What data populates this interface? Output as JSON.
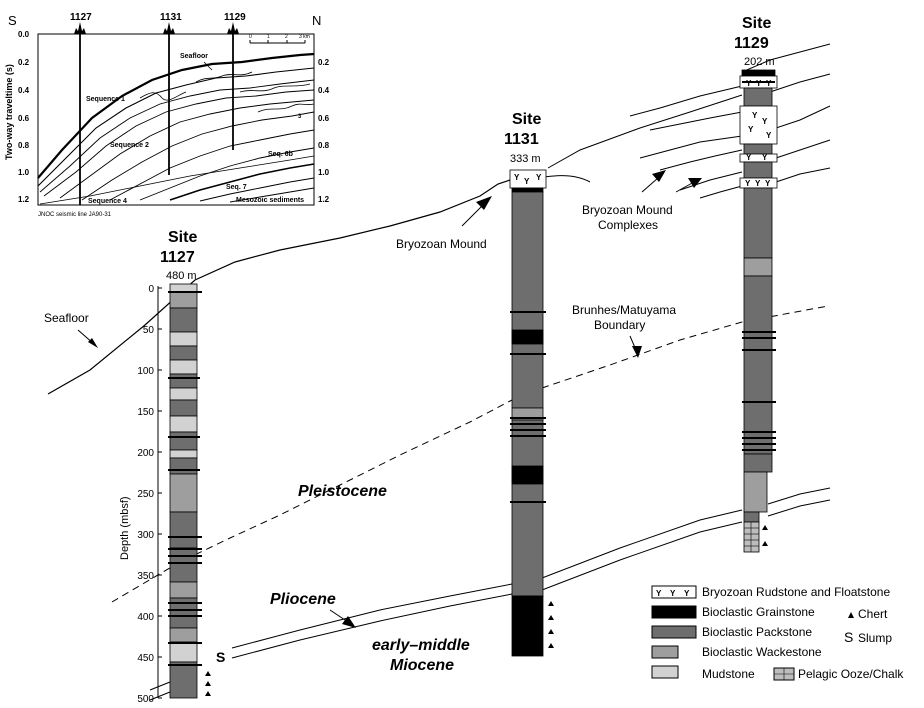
{
  "inset": {
    "south_label": "S",
    "north_label": "N",
    "site_labels": [
      "1127",
      "1131",
      "1129"
    ],
    "y_axis_label": "Two-way traveltime (s)",
    "y_ticks": [
      "0.0",
      "0.2",
      "0.4",
      "0.6",
      "0.8",
      "1.0",
      "1.2"
    ],
    "scale_ticks": [
      "0",
      "1",
      "2",
      "3 km"
    ],
    "labels": {
      "seafloor": "Seafloor",
      "sequence1": "Sequence 1",
      "sequence2": "Sequence 2",
      "sequence4": "Sequence 4",
      "seq6b": "Seq. 6b",
      "seq7": "Seq. 7",
      "mesozoic": "Mesozoic sediments",
      "horizon_3": "3",
      "line": "JNOC seismic line JA90-31"
    }
  },
  "sites": {
    "s1127": {
      "title": "Site",
      "number": "1127",
      "depth": "480 m"
    },
    "s1131": {
      "title": "Site",
      "number": "1131",
      "depth": "333 m"
    },
    "s1129": {
      "title": "Site",
      "number": "1129",
      "depth": "202 m"
    }
  },
  "depth_axis": {
    "label": "Depth (mbsf)",
    "ticks": [
      "0",
      "50",
      "100",
      "150",
      "200",
      "250",
      "300",
      "350",
      "400",
      "450",
      "500"
    ]
  },
  "annotations": {
    "seafloor": "Seafloor",
    "bryozoan_mound": "Bryozoan Mound",
    "mound_complexes_1": "Bryozoan Mound",
    "mound_complexes_2": "Complexes",
    "brunhes_1": "Brunhes/Matuyama",
    "brunhes_2": "Boundary",
    "pleistocene": "Pleistocene",
    "pliocene": "Pliocene",
    "miocene_1": "early–middle",
    "miocene_2": "Miocene",
    "slump_marker": "S"
  },
  "legend": {
    "rudstone": "Bryozoan Rudstone and Floatstone",
    "grainstone": "Bioclastic Grainstone",
    "packstone": "Bioclastic Packstone",
    "wackestone": "Bioclastic Wackestone",
    "mudstone": "Mudstone",
    "chert": "Chert",
    "slump_symbol": "S",
    "slump": "Slump",
    "ooze": "Pelagic Ooze/Chalk"
  },
  "colors": {
    "grainstone": "#000000",
    "packstone": "#6e6e6e",
    "wackestone": "#9e9e9e",
    "mudstone": "#d2d2d2",
    "ooze": "#bdbdbd"
  }
}
